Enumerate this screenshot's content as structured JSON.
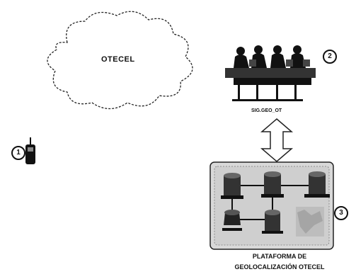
{
  "cloud": {
    "label": "OTECEL"
  },
  "users": {
    "label": "SIG.GEO_OT"
  },
  "platform": {
    "label": "PLATAFORMA DE GEOLOCALIZACIÓN OTECEL"
  },
  "markers": {
    "phone": "1",
    "users": "2",
    "platform": "3"
  },
  "colors": {
    "ink": "#111111",
    "platform_bg": "#d9d9d9",
    "arrow_fill": "#ffffff"
  }
}
